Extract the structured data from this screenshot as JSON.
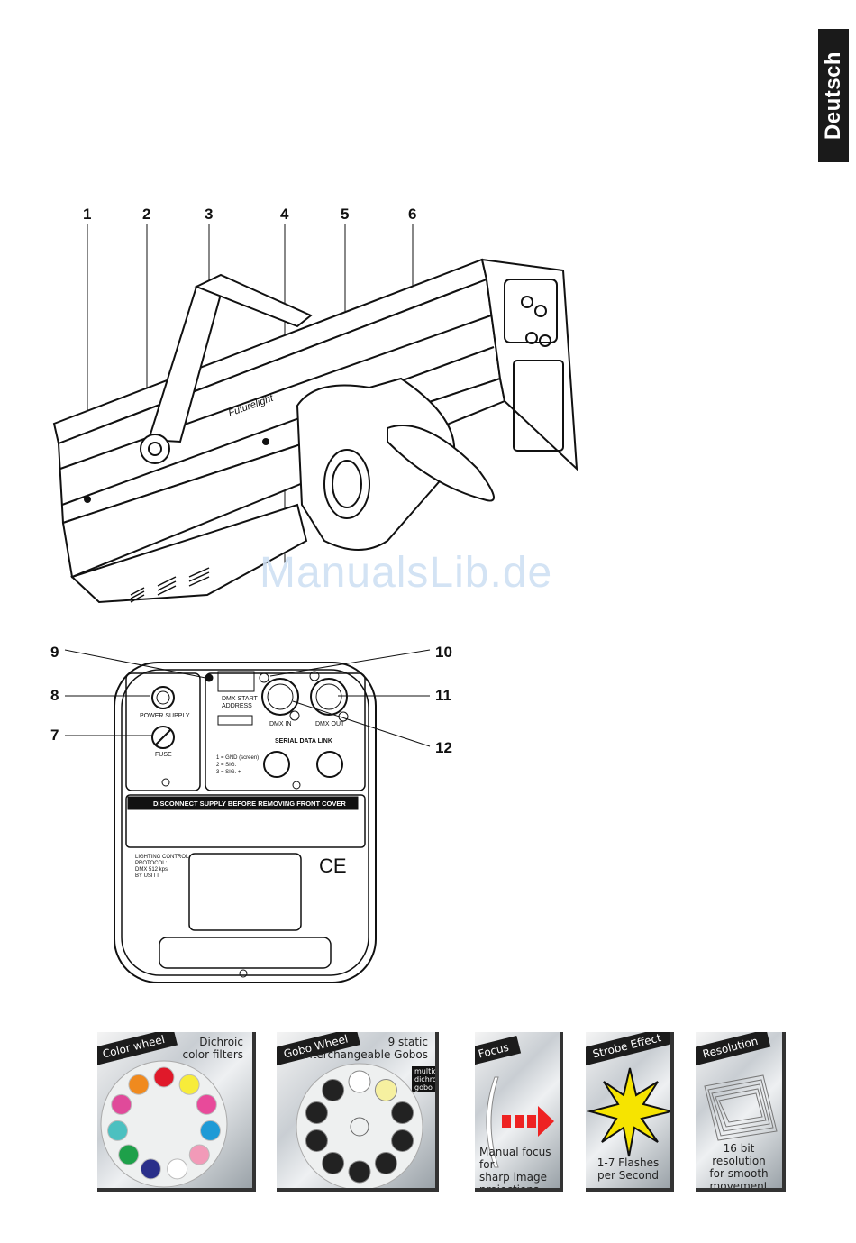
{
  "language_tab": "Deutsch",
  "callouts_top": [
    "1",
    "2",
    "3",
    "4",
    "5",
    "6"
  ],
  "callouts_panel": {
    "c7": "7",
    "c8": "8",
    "c9": "9",
    "c10": "10",
    "c11": "11",
    "c12": "12"
  },
  "fixture_brand": "Futurelight",
  "panel": {
    "power_supply": "POWER SUPPLY",
    "fuse": "FUSE",
    "dmx_start": "DMX START",
    "address": "ADDRESS",
    "dmx_in": "DMX IN",
    "dmx_out": "DMX OUT",
    "serial": "SERIAL DATA LINK",
    "pin1": "1 = GND (screen)",
    "pin2": "2 = SIG.",
    "pin3": "3 = SIG. +",
    "warning": "DISCONNECT SUPPLY BEFORE REMOVING FRONT COVER",
    "lighting1": "LIGHTING CONTROL",
    "lighting2": "PROTOCOL:",
    "lighting3": "DMX 512 kps",
    "lighting4": "BY USITT",
    "ce": "CE"
  },
  "watermark": "ManualsLib.de",
  "features": [
    {
      "badge": "Color wheel",
      "desc": [
        "Dichroic",
        "color filters"
      ]
    },
    {
      "badge": "Gobo Wheel",
      "desc": [
        "9 static",
        "interchangeable Gobos"
      ],
      "extra": [
        "multicolor",
        "dichroic gobo"
      ]
    },
    {
      "badge": "Focus",
      "desc": [
        "Manual focus for",
        "sharp image",
        "projections"
      ]
    },
    {
      "badge": "Strobe Effect",
      "desc": [
        "1-7 Flashes",
        "per Second"
      ]
    },
    {
      "badge": "Resolution",
      "desc": [
        "16 bit resolution",
        "for smooth",
        "movement"
      ]
    }
  ],
  "colors": {
    "wheel": [
      "#e0192a",
      "#f7ec3a",
      "#e84a9a",
      "#1e9ad6",
      "#f29ab8",
      "#ffffff",
      "#2a2f8a",
      "#1ea04a",
      "#4cc0c0",
      "#e04a9a",
      "#f08a1e"
    ]
  }
}
